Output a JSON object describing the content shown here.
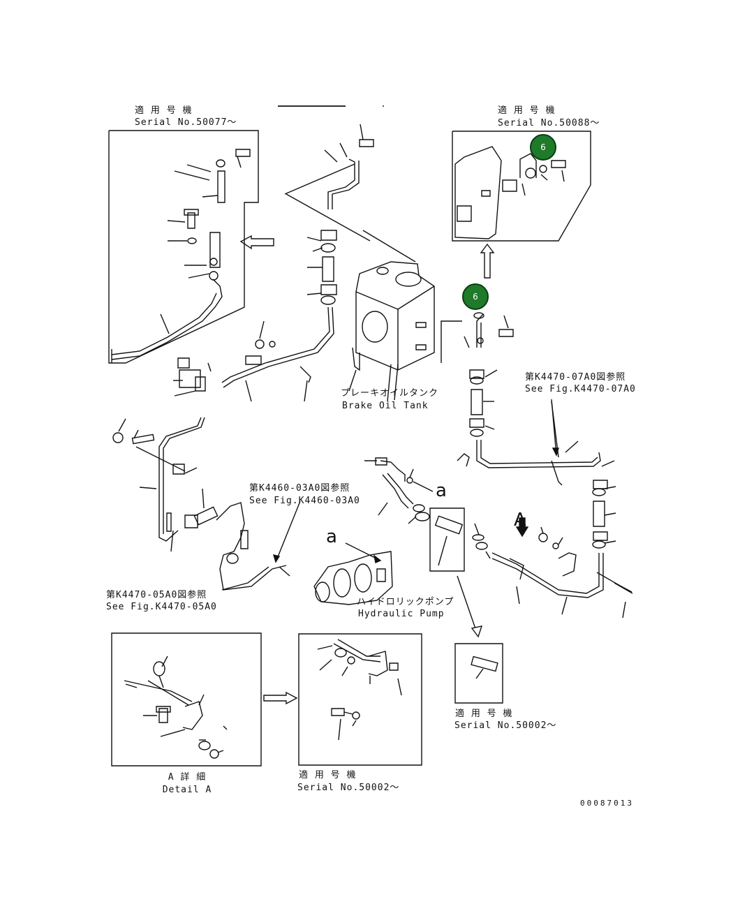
{
  "serial_top_left": {
    "jp": "適 用 号 機",
    "en": "Serial No.50077～"
  },
  "serial_top_right": {
    "jp": "適 用 号 機",
    "en": "Serial No.50088～"
  },
  "callouts": [
    "6",
    "6"
  ],
  "brake_tank": {
    "jp": "ブレーキオイルタンク",
    "en": "Brake Oil Tank"
  },
  "ref_k4470_07": {
    "jp": "第K4470-07A0図参照",
    "en": "See Fig.K4470-07A0"
  },
  "ref_k4460_03": {
    "jp": "第K4460-03A0図参照",
    "en": "See Fig.K4460-03A0"
  },
  "ref_k4470_05": {
    "jp": "第K4470-05A0図参照",
    "en": "See Fig.K4470-05A0"
  },
  "hydraulic_pump": {
    "jp": "ハイドロリックポンプ",
    "en": "Hydraulic Pump"
  },
  "view_a_letter": "A",
  "port_a_letter_1": "a",
  "port_a_letter_2": "a",
  "detail_a": {
    "jp": "A 詳 細",
    "en": "Detail A"
  },
  "serial_bottom_mid": {
    "jp": "適 用 号 機",
    "en": "Serial No.50002～"
  },
  "serial_bottom_right": {
    "jp": "適 用 号 機",
    "en": "Serial No.50002～"
  },
  "drawing_number": "00087013"
}
